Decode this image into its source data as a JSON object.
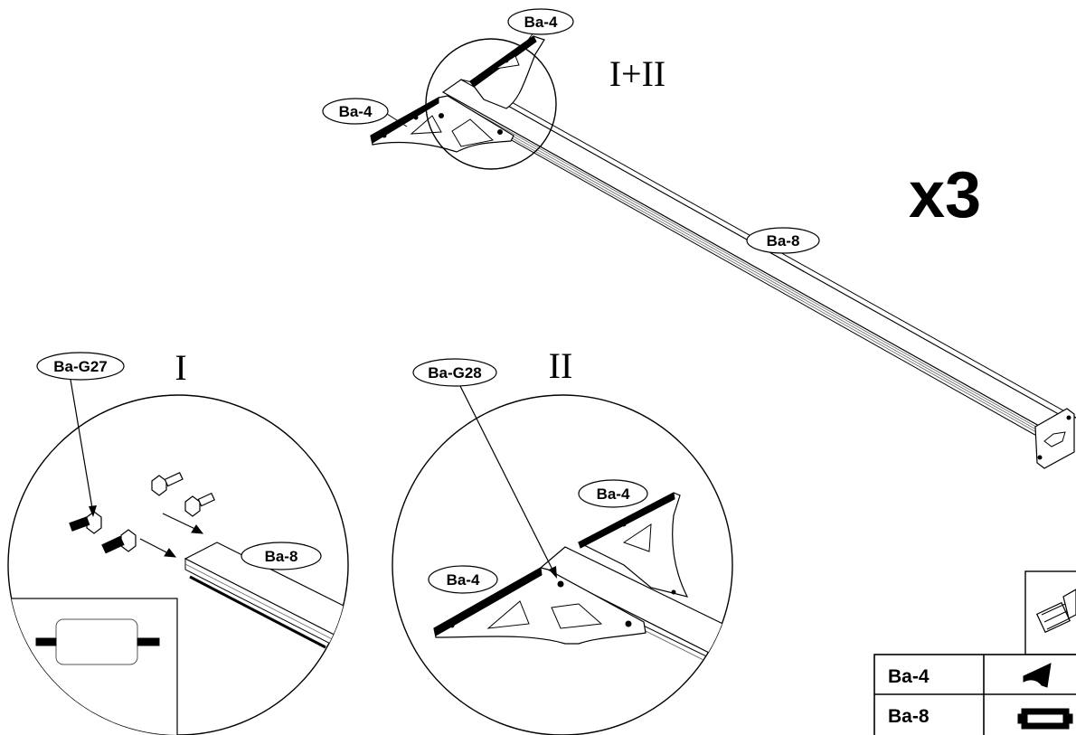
{
  "main": {
    "steps": {
      "combined": "I+II",
      "detail_one": "I",
      "detail_two": "II"
    },
    "multiplier": "x3",
    "callouts": {
      "bracket_top": "Ba-4",
      "bracket_left": "Ba-4",
      "beam_main": "Ba-8",
      "bolt_one": "Ba-G27",
      "beam_detail": "Ba-8",
      "bolt_two": "Ba-G28",
      "bracket_detail_upper": "Ba-4",
      "bracket_detail_lower": "Ba-4"
    }
  },
  "parts_table": {
    "rows": [
      {
        "code": "Ba-4",
        "icon": "bracket-icon"
      },
      {
        "code": "Ba-8",
        "icon": "beam-profile-icon"
      }
    ],
    "preview_icon": "bolt-icon"
  }
}
